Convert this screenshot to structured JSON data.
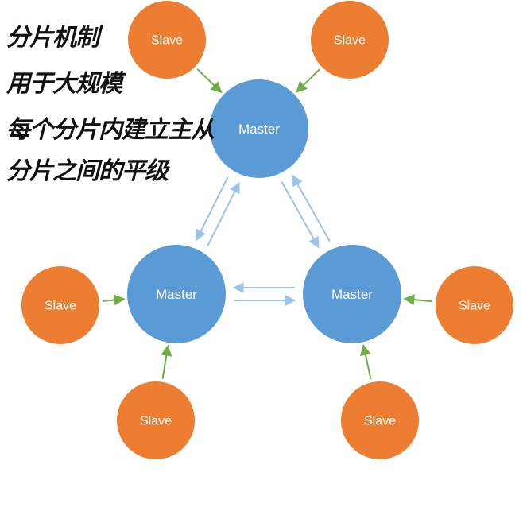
{
  "colors": {
    "master_fill": "#5B9BD5",
    "slave_fill": "#ED7D31",
    "slave_link": "#70AD47",
    "master_link": "#9DC3E6",
    "node_text": "#ffffff",
    "note_text": "#111111"
  },
  "notes": [
    "分片机制",
    "用于大规模",
    "每个分片内建立主从",
    "分片之间的平级"
  ],
  "diagram": {
    "masters": [
      {
        "id": "m-top",
        "label": "Master"
      },
      {
        "id": "m-left",
        "label": "Master"
      },
      {
        "id": "m-right",
        "label": "Master"
      }
    ],
    "slaves": [
      {
        "id": "s-top-left",
        "label": "Slave",
        "master": "m-top"
      },
      {
        "id": "s-top-right",
        "label": "Slave",
        "master": "m-top"
      },
      {
        "id": "s-left-side",
        "label": "Slave",
        "master": "m-left"
      },
      {
        "id": "s-left-bottom",
        "label": "Slave",
        "master": "m-left"
      },
      {
        "id": "s-right-side",
        "label": "Slave",
        "master": "m-right"
      },
      {
        "id": "s-right-bottom",
        "label": "Slave",
        "master": "m-right"
      }
    ]
  }
}
